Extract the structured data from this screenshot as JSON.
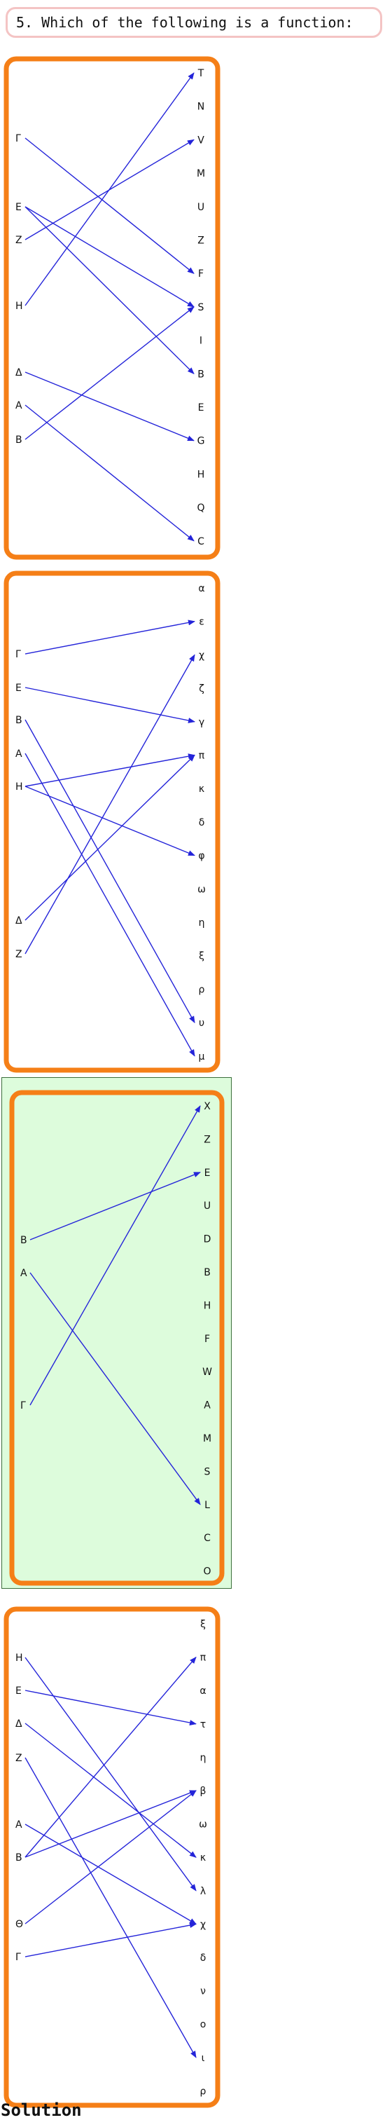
{
  "question": "5. Which of the following is a function:",
  "solution_label": "Solution",
  "colors": {
    "box_border": "#f57f17",
    "arrow": "#2424d9",
    "correct_bg": "#ddfcdc",
    "question_border": "#f4c4c4"
  },
  "diagrams": [
    {
      "id": 1,
      "correct": false,
      "domain": [
        "Γ",
        "E",
        "Z",
        "H",
        "Δ",
        "A",
        "B"
      ],
      "codomain": [
        "T",
        "N",
        "V",
        "M",
        "U",
        "Z",
        "F",
        "S",
        "I",
        "B",
        "E",
        "G",
        "H",
        "Q",
        "C"
      ],
      "mappings": [
        [
          "Γ",
          "F"
        ],
        [
          "E",
          "S"
        ],
        [
          "E",
          "B"
        ],
        [
          "Z",
          "V"
        ],
        [
          "H",
          "T"
        ],
        [
          "Δ",
          "G"
        ],
        [
          "A",
          "C"
        ],
        [
          "B",
          "S"
        ]
      ]
    },
    {
      "id": 2,
      "correct": false,
      "domain": [
        "Γ",
        "E",
        "B",
        "A",
        "H",
        "Δ",
        "Z"
      ],
      "codomain": [
        "α",
        "ε",
        "χ",
        "ζ",
        "γ",
        "π",
        "κ",
        "δ",
        "φ",
        "ω",
        "η",
        "ξ",
        "ρ",
        "υ",
        "μ"
      ],
      "mappings": [
        [
          "Γ",
          "ε"
        ],
        [
          "E",
          "γ"
        ],
        [
          "B",
          "υ"
        ],
        [
          "A",
          "μ"
        ],
        [
          "H",
          "π"
        ],
        [
          "H",
          "φ"
        ],
        [
          "Δ",
          "π"
        ],
        [
          "Z",
          "χ"
        ]
      ]
    },
    {
      "id": 3,
      "correct": true,
      "domain": [
        "B",
        "A",
        "Γ"
      ],
      "codomain": [
        "X",
        "Z",
        "E",
        "U",
        "D",
        "B",
        "H",
        "F",
        "W",
        "A",
        "M",
        "S",
        "L",
        "C",
        "O"
      ],
      "mappings": [
        [
          "B",
          "E"
        ],
        [
          "A",
          "L"
        ],
        [
          "Γ",
          "X"
        ]
      ]
    },
    {
      "id": 4,
      "correct": false,
      "domain": [
        "H",
        "E",
        "Δ",
        "Z",
        "A",
        "B",
        "Θ",
        "Γ"
      ],
      "codomain": [
        "ξ",
        "π",
        "α",
        "τ",
        "η",
        "β",
        "ω",
        "κ",
        "λ",
        "χ",
        "δ",
        "ν",
        "ο",
        "ι",
        "ρ"
      ],
      "mappings": [
        [
          "H",
          "λ"
        ],
        [
          "E",
          "τ"
        ],
        [
          "Δ",
          "κ"
        ],
        [
          "Z",
          "ι"
        ],
        [
          "A",
          "χ"
        ],
        [
          "B",
          "π"
        ],
        [
          "B",
          "β"
        ],
        [
          "Θ",
          "β"
        ],
        [
          "Γ",
          "χ"
        ]
      ]
    }
  ]
}
